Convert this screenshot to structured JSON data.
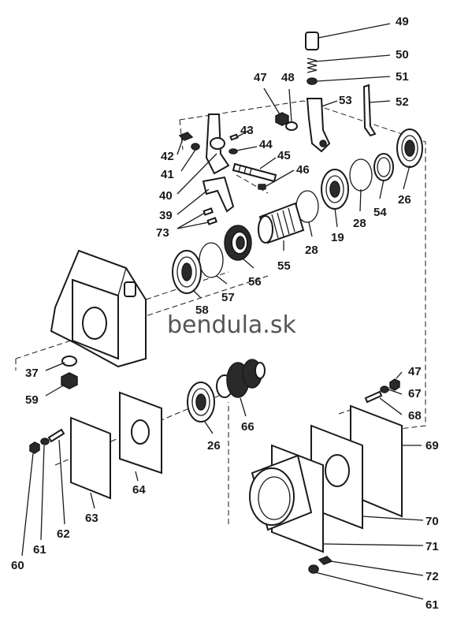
{
  "watermark": "bendula.sk",
  "labels": {
    "l49": "49",
    "l50": "50",
    "l51": "51",
    "l52": "52",
    "l53": "53",
    "l47a": "47",
    "l48": "48",
    "l42": "42",
    "l43": "43",
    "l44": "44",
    "l45": "45",
    "l46": "46",
    "l41": "41",
    "l40": "40",
    "l39": "39",
    "l73": "73",
    "l26a": "26",
    "l54": "54",
    "l28a": "28",
    "l19": "19",
    "l28b": "28",
    "l55": "55",
    "l56": "56",
    "l57": "57",
    "l58": "58",
    "l37": "37",
    "l59": "59",
    "l47b": "47",
    "l67": "67",
    "l68": "68",
    "l69": "69",
    "l26b": "26",
    "l66": "66",
    "l64": "64",
    "l63": "63",
    "l62": "62",
    "l61a": "61",
    "l60": "60",
    "l70": "70",
    "l71": "71",
    "l72": "72",
    "l61b": "61"
  }
}
